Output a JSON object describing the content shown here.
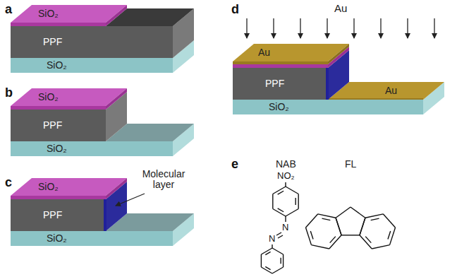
{
  "diagram": {
    "labels": [
      "a",
      "SiO₂",
      "PPF",
      "SiO₂",
      "b",
      "SiO₂",
      "PPF",
      "SiO₂",
      "c",
      "SiO₂",
      "PPF",
      "Molecular layer",
      "SiO₂",
      "d",
      "Au",
      "Au",
      "Au",
      "PPF",
      "SiO₂",
      "e",
      "NAB",
      "FL",
      "NO₂",
      "N",
      "N"
    ]
  }
}
